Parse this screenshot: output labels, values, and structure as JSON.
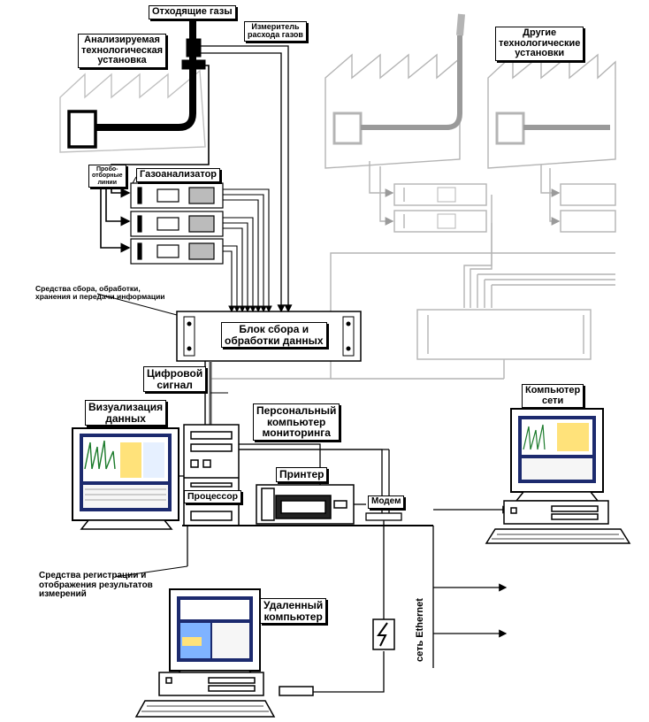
{
  "labels": {
    "exhaust_gases": "Отходящие газы",
    "flow_meter": "Измеритель\nрасхода газов",
    "analyzed_plant": "Анализируемая\nтехнологическая\nустановка",
    "other_plants": "Другие\nтехнологические\nустановки",
    "sampling_lines": "Пробо-\nотборные\nлинии",
    "gas_analyzer": "Газоанализатор",
    "collection_tools": "Средства сбора, обработки,\nхранения и передачи информации",
    "data_unit": "Блок сбора и\nобработки данных",
    "digital_signal": "Цифровой\nсигнал",
    "data_visualization": "Визуализация\nданных",
    "monitoring_pc": "Персональный\nкомпьютер\nмониторинга",
    "network_computer": "Компьютер\nсети",
    "printer": "Принтер",
    "processor": "Процессор",
    "modem": "Модем",
    "registration_tools": "Средства регистрации и\nотображения результатов\nизмерений",
    "remote_computer": "Удаленный\nкомпьютер",
    "ethernet": "сеть Ethernet"
  },
  "colors": {
    "primary": "#000000",
    "faded": "#b4b4b4",
    "pipe_faded": "#9a9a9a",
    "screen_bg": "#1c2a6e"
  }
}
